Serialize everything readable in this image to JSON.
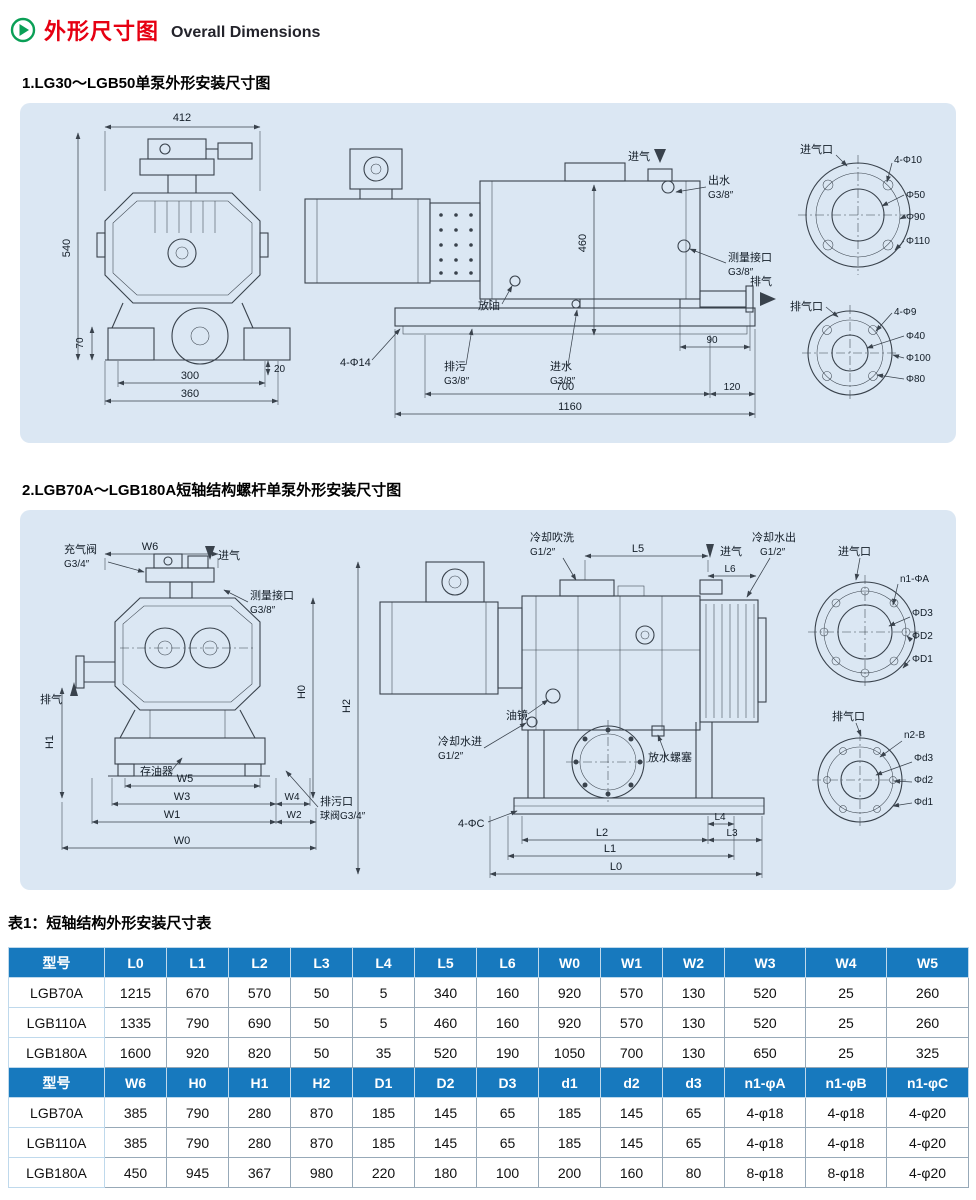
{
  "colors": {
    "accent_red": "#e60012",
    "table_header_blue": "#1779be",
    "panel_blue": "#dbe7f3",
    "icon_green": "#0a9f56"
  },
  "header": {
    "title_cn": "外形尺寸图",
    "title_en": "Overall Dimensions"
  },
  "section1": {
    "title": "1.LG30～LGB50单泵外形安装尺寸图"
  },
  "section2": {
    "title": "2.LGB70A～LGB180A短轴结构螺杆单泵外形安装尺寸图"
  },
  "d1": {
    "dims": {
      "w412": "412",
      "h540": "540",
      "h70": "70",
      "w20": "20",
      "w300": "300",
      "w360": "360",
      "h460": "460",
      "w90": "90",
      "w700": "700",
      "w120": "120",
      "w1160": "1160",
      "holes": "4-Φ14"
    },
    "ports": {
      "intake": "进气",
      "outwater": "出水",
      "outwater_g": "G3/8″",
      "measure": "测量接口",
      "measure_g": "G3/8″",
      "drainoil": "放油",
      "sewage": "排污",
      "sewage_g": "G3/8″",
      "inwater": "进水",
      "inwater_g": "G3/8″",
      "exhaust": "排气"
    },
    "f1": {
      "title": "进气口",
      "holes": "4-Φ10",
      "c1": "Φ50",
      "c2": "Φ90",
      "c3": "Φ110"
    },
    "f2": {
      "title": "排气口",
      "holes": "4-Φ9",
      "c1": "Φ40",
      "c2": "Φ100",
      "c3": "Φ80"
    }
  },
  "d2": {
    "dims": {
      "w6": "W6",
      "h0": "H0",
      "h1": "H1",
      "h2": "H2",
      "w5": "W5",
      "w3": "W3",
      "w4": "W4",
      "w1": "W1",
      "w2": "W2",
      "w0": "W0",
      "l5": "L5",
      "l6": "L6",
      "l4": "L4",
      "l2": "L2",
      "l3": "L3",
      "l1": "L1",
      "l0": "L0",
      "holes": "4-ΦC"
    },
    "ports": {
      "charge": "充气阀",
      "charge_g": "G3/4″",
      "intake": "进气",
      "measure": "测量接口",
      "measure_g": "G3/8″",
      "exhaust": "排气",
      "oiltank": "存油器",
      "coolpurge": "冷却吹洗",
      "coolpurge_g": "G1/2″",
      "intake2": "进气",
      "coolout": "冷却水出",
      "coolout_g": "G1/2″",
      "oilsight": "油镜",
      "coolin": "冷却水进",
      "coolin_g": "G1/2″",
      "drainplug": "放水螺塞",
      "sewage": "排污口",
      "sewage_v": "球阀G3/4″"
    },
    "f1": {
      "title": "进气口",
      "holes": "n1-ΦA",
      "c1": "ΦD3",
      "c2": "ΦD2",
      "c3": "ΦD1"
    },
    "f2": {
      "title": "排气口",
      "holes": "n2-B",
      "c1": "Φd3",
      "c2": "Φd2",
      "c3": "Φd1"
    }
  },
  "table": {
    "caption": "表1：短轴结构外形安装尺寸表",
    "rows": [
      {
        "header": true,
        "cells": [
          "型号",
          "L0",
          "L1",
          "L2",
          "L3",
          "L4",
          "L5",
          "L6",
          "W0",
          "W1",
          "W2",
          "W3",
          "W4",
          "W5"
        ]
      },
      {
        "header": false,
        "cells": [
          "LGB70A",
          "1215",
          "670",
          "570",
          "50",
          "5",
          "340",
          "160",
          "920",
          "570",
          "130",
          "520",
          "25",
          "260"
        ]
      },
      {
        "header": false,
        "cells": [
          "LGB110A",
          "1335",
          "790",
          "690",
          "50",
          "5",
          "460",
          "160",
          "920",
          "570",
          "130",
          "520",
          "25",
          "260"
        ]
      },
      {
        "header": false,
        "cells": [
          "LGB180A",
          "1600",
          "920",
          "820",
          "50",
          "35",
          "520",
          "190",
          "1050",
          "700",
          "130",
          "650",
          "25",
          "325"
        ]
      },
      {
        "header": true,
        "cells": [
          "型号",
          "W6",
          "H0",
          "H1",
          "H2",
          "D1",
          "D2",
          "D3",
          "d1",
          "d2",
          "d3",
          "n1-φA",
          "n1-φB",
          "n1-φC"
        ]
      },
      {
        "header": false,
        "cells": [
          "LGB70A",
          "385",
          "790",
          "280",
          "870",
          "185",
          "145",
          "65",
          "185",
          "145",
          "65",
          "4-φ18",
          "4-φ18",
          "4-φ20"
        ]
      },
      {
        "header": false,
        "cells": [
          "LGB110A",
          "385",
          "790",
          "280",
          "870",
          "185",
          "145",
          "65",
          "185",
          "145",
          "65",
          "4-φ18",
          "4-φ18",
          "4-φ20"
        ]
      },
      {
        "header": false,
        "cells": [
          "LGB180A",
          "450",
          "945",
          "367",
          "980",
          "220",
          "180",
          "100",
          "200",
          "160",
          "80",
          "8-φ18",
          "8-φ18",
          "4-φ20"
        ]
      }
    ]
  }
}
